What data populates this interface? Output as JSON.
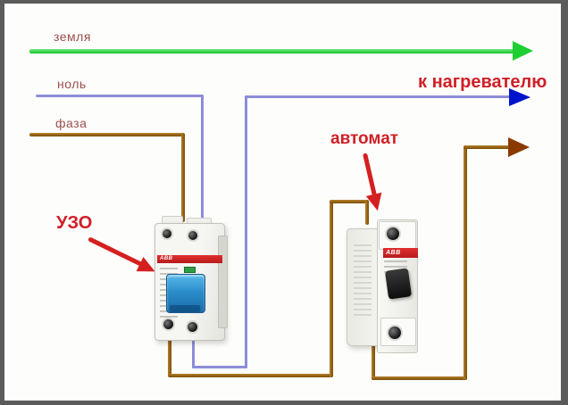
{
  "frame": {
    "border_color": "#5b5b5b",
    "paper_color": "#fdfdfb"
  },
  "wires": {
    "ground": {
      "label": "земля",
      "color": "#2fd045",
      "arrow_color": "#1ecf31"
    },
    "neutral": {
      "label": "ноль",
      "color": "#8d8dd8",
      "arrow_color": "#0013cc"
    },
    "phase": {
      "label": "фаза",
      "color": "#96621a",
      "arrow_color": "#8a3a00"
    }
  },
  "annotations": {
    "rcd_label": "УЗО",
    "breaker_label": "автомат",
    "destination_label": "к нагревателю",
    "red_label_color": "#d01f26",
    "wire_label_color": "#9c4f4f",
    "pointer_arrow_color": "#d42020"
  },
  "devices": {
    "rcd": {
      "brand": "ABB"
    },
    "breaker": {
      "brand": "ABB"
    }
  }
}
